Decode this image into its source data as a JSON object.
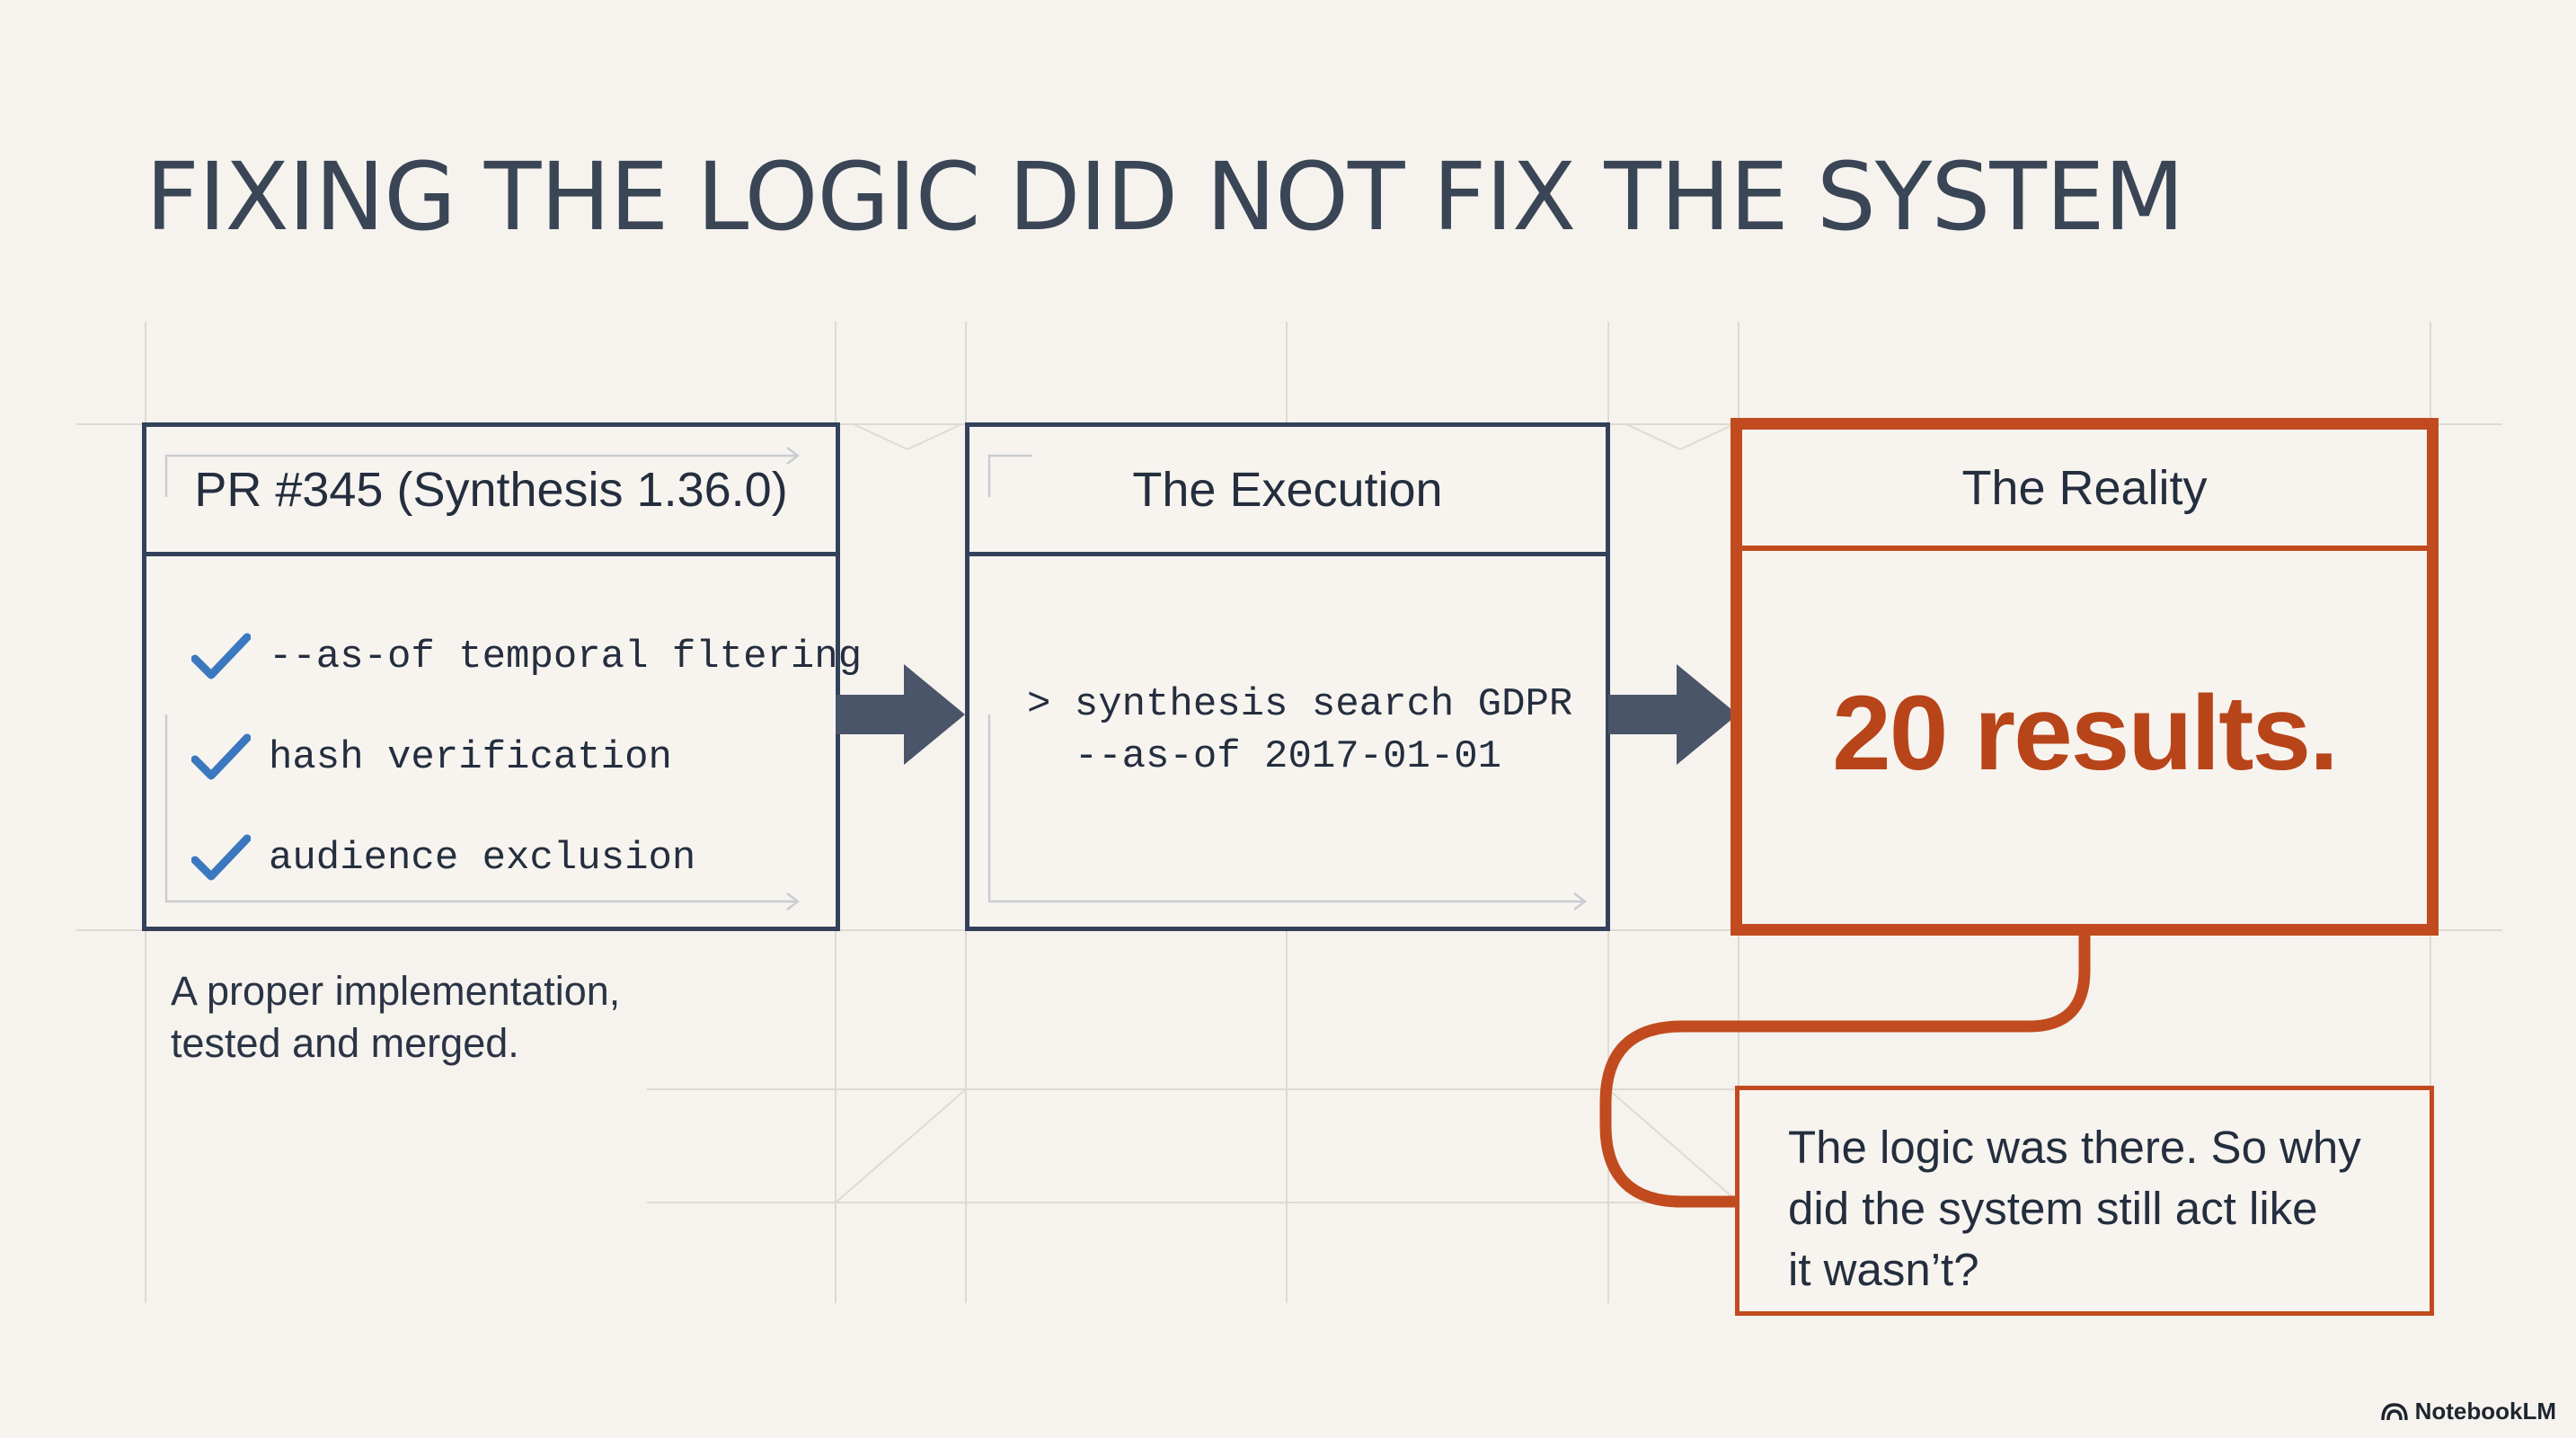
{
  "title": "FIXING THE LOGIC DID NOT FIX THE SYSTEM",
  "pr_card": {
    "header": "PR #345 (Synthesis 1.36.0)",
    "checks": [
      {
        "label": "--as-of temporal fltering",
        "icon": "checkmark-icon"
      },
      {
        "label": "hash verification",
        "icon": "checkmark-icon"
      },
      {
        "label": "audience exclusion",
        "icon": "checkmark-icon"
      }
    ],
    "caption_line1": "A proper implementation,",
    "caption_line2": "tested and merged."
  },
  "execution_card": {
    "header": "The Execution",
    "command_line1": "> synthesis search GDPR",
    "command_line2": "  --as-of 2017-01-01"
  },
  "reality_card": {
    "header": "The Reality",
    "result": "20 results."
  },
  "question": {
    "line1": "The logic was there. So why",
    "line2": "did the system still act like",
    "line3": "it wasn’t?"
  },
  "brand": {
    "name": "NotebookLM",
    "icon": "notebooklm-logo-icon"
  },
  "colors": {
    "navy": "#34415a",
    "orange": "#c14b1e",
    "check_blue": "#3b78bf",
    "background": "#f6f3ee"
  }
}
